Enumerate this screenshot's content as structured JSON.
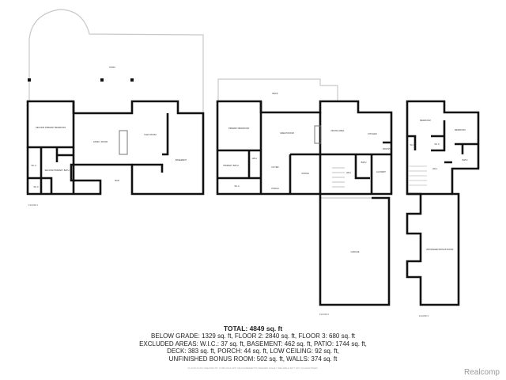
{
  "floors": [
    {
      "label": "FLOOR 1",
      "rooms": [
        "PATIO",
        "SECOND PRIMARY BEDROOM",
        "FAMILY ROOM",
        "FLEX ROOM",
        "BASEMENT",
        "BAR",
        "W.I.C.",
        "SECOND PRIMARY BATH",
        "W.I.C."
      ]
    },
    {
      "label": "FLOOR 2",
      "rooms": [
        "DECK",
        "PRIMARY BEDROOM",
        "GREAT ROOM",
        "DINING AREA",
        "KITCHEN",
        "PANTRY",
        "PRIMARY BATH",
        "HALL",
        "W.I.C.",
        "FOYER",
        "PORCH",
        "OFFICE",
        "HALL",
        "BATH",
        "LAUNDRY",
        "GARAGE"
      ]
    },
    {
      "label": "FLOOR 3",
      "rooms": [
        "BEDROOM",
        "BEDROOM",
        "W.I.C.",
        "W.I.C.",
        "BATH",
        "HALL",
        "UNFINISHED BONUS ROOM"
      ]
    }
  ],
  "summary": {
    "total": "TOTAL: 4849 sq. ft",
    "lines": [
      "BELOW GRADE: 1329 sq. ft, FLOOR 2: 2840 sq. ft, FLOOR 3: 680 sq. ft",
      "EXCLUDED AREAS: W.I.C.: 37 sq. ft, BASEMENT: 462 sq. ft, PATIO: 1744 sq. ft,",
      "DECK: 383 sq. ft, PORCH: 44 sq. ft, LOW CEILING: 92 sq. ft,",
      "UNFINISHED BONUS ROOM: 502 sq. ft, WALLS: 374 sq. ft"
    ],
    "credit": "FLOOR PLAN CREATED BY CUBICASA APP. MEASUREMENTS DEEMED HIGHLY RELIABLE BUT NOT GUARANTEED."
  },
  "logo": "Realcomp"
}
